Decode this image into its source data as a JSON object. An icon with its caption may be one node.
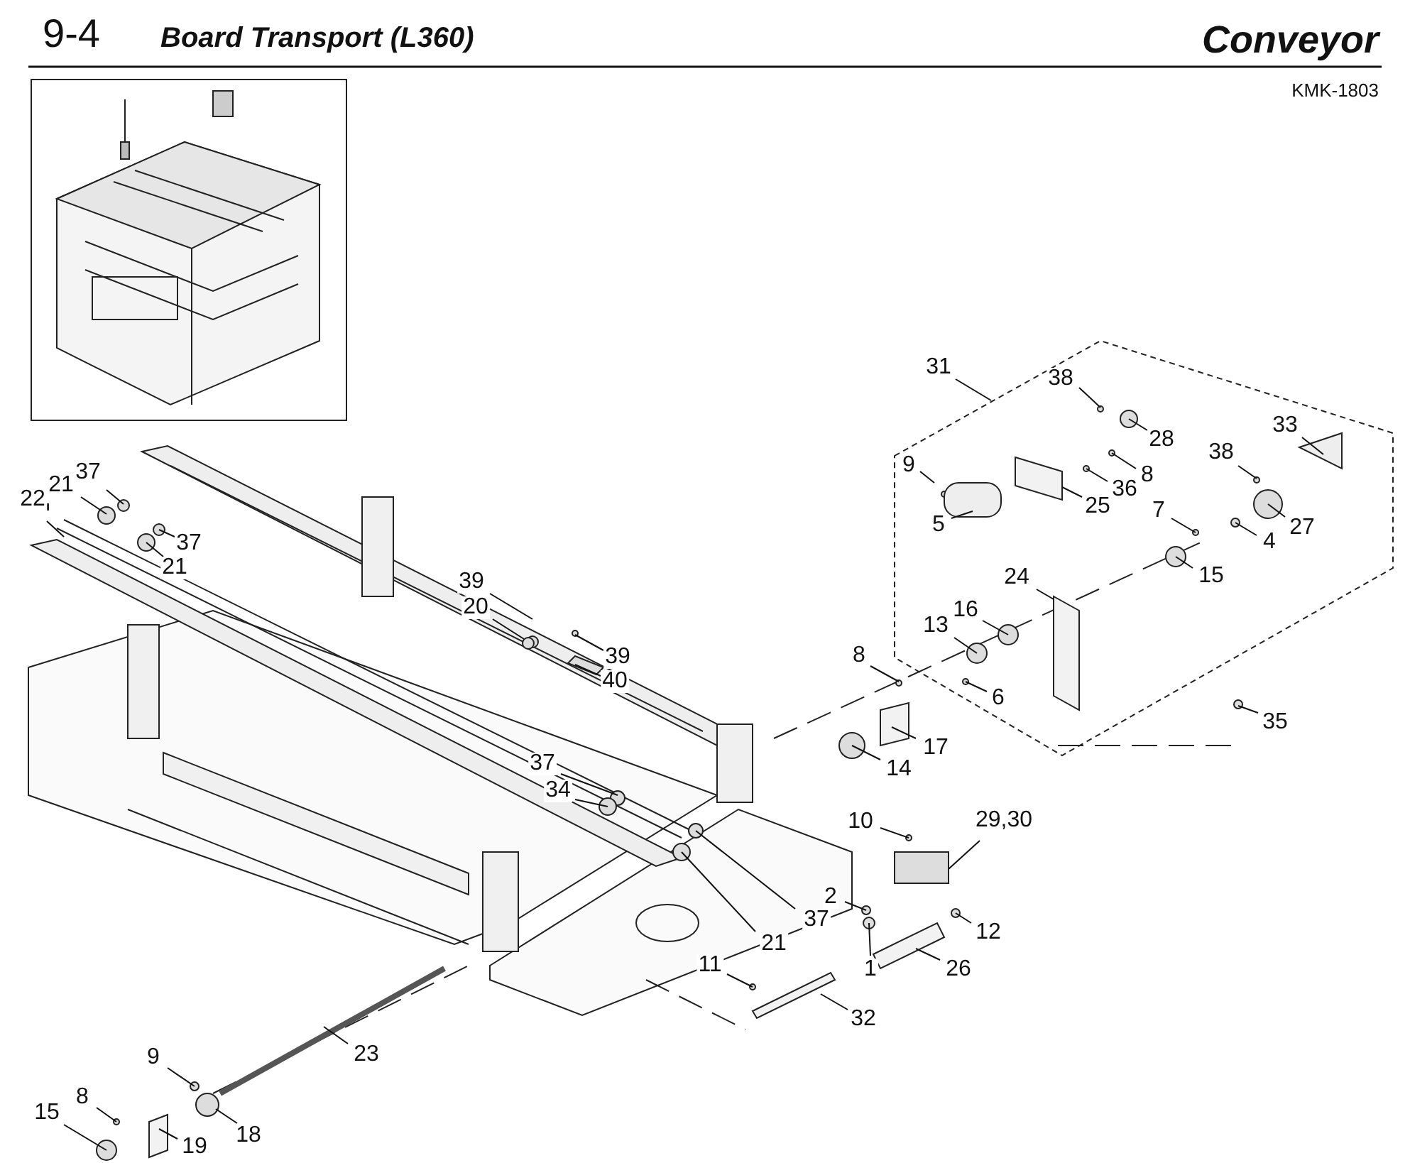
{
  "diagram": {
    "title": "Board Transport (L360)",
    "nodes": [
      {
        "text": [
          "37"
        ]
      },
      {
        "text": [
          "21"
        ]
      },
      {
        "text": [
          "22"
        ]
      },
      {
        "text": [
          "37"
        ]
      },
      {
        "text": [
          "21"
        ]
      },
      {
        "text": [
          "31"
        ]
      },
      {
        "text": [
          "38"
        ]
      },
      {
        "text": [
          "28"
        ]
      },
      {
        "text": [
          "33"
        ]
      },
      {
        "text": [
          "38"
        ]
      },
      {
        "text": [
          "9"
        ]
      },
      {
        "text": [
          "8"
        ]
      },
      {
        "text": [
          "36"
        ]
      },
      {
        "text": [
          "25"
        ]
      },
      {
        "text": [
          "5"
        ]
      },
      {
        "text": [
          "7"
        ]
      },
      {
        "text": [
          "27"
        ]
      },
      {
        "text": [
          "4"
        ]
      },
      {
        "text": [
          "15"
        ]
      },
      {
        "text": [
          "24"
        ]
      },
      {
        "text": [
          "39"
        ]
      },
      {
        "text": [
          "20"
        ]
      },
      {
        "text": [
          "16"
        ]
      },
      {
        "text": [
          "13"
        ]
      },
      {
        "text": [
          "8"
        ]
      },
      {
        "text": [
          "39"
        ]
      },
      {
        "text": [
          "40"
        ]
      },
      {
        "text": [
          "6"
        ]
      },
      {
        "text": [
          "35"
        ]
      },
      {
        "text": [
          "17"
        ]
      },
      {
        "text": [
          "37"
        ]
      },
      {
        "text": [
          "14"
        ]
      },
      {
        "text": [
          "34"
        ]
      },
      {
        "text": [
          "29,30"
        ]
      },
      {
        "text": [
          "10"
        ]
      },
      {
        "text": [
          "2"
        ]
      },
      {
        "text": [
          "37"
        ]
      },
      {
        "text": [
          "12"
        ]
      },
      {
        "text": [
          "21"
        ]
      },
      {
        "text": [
          "11"
        ]
      },
      {
        "text": [
          "1"
        ]
      },
      {
        "text": [
          "26"
        ]
      },
      {
        "text": [
          "32"
        ]
      },
      {
        "text": [
          "23"
        ]
      },
      {
        "text": [
          "9"
        ]
      },
      {
        "text": [
          "8"
        ]
      },
      {
        "text": [
          "15"
        ]
      },
      {
        "text": [
          "18"
        ]
      },
      {
        "text": [
          "19"
        ]
      }
    ],
    "edges": [
      {
        "from": 0,
        "to": null,
        "arrow": "none"
      },
      {
        "from": 1,
        "to": null,
        "arrow": "none"
      },
      {
        "from": 2,
        "to": null,
        "arrow": "none"
      },
      {
        "from": 3,
        "to": null,
        "arrow": "none"
      },
      {
        "from": 4,
        "to": null,
        "arrow": "none"
      },
      {
        "from": 5,
        "to": null,
        "arrow": "none"
      },
      {
        "from": 6,
        "to": null,
        "arrow": "none"
      },
      {
        "from": 7,
        "to": null,
        "arrow": "none"
      },
      {
        "from": 8,
        "to": null,
        "arrow": "none"
      },
      {
        "from": 9,
        "to": null,
        "arrow": "none"
      },
      {
        "from": 10,
        "to": null,
        "arrow": "none"
      },
      {
        "from": 11,
        "to": null,
        "arrow": "none"
      },
      {
        "from": 12,
        "to": null,
        "arrow": "none"
      },
      {
        "from": 13,
        "to": null,
        "arrow": "none"
      },
      {
        "from": 14,
        "to": null,
        "arrow": "none"
      },
      {
        "from": 15,
        "to": null,
        "arrow": "none"
      },
      {
        "from": 16,
        "to": null,
        "arrow": "none"
      },
      {
        "from": 17,
        "to": null,
        "arrow": "none"
      },
      {
        "from": 18,
        "to": null,
        "arrow": "none"
      },
      {
        "from": 19,
        "to": null,
        "arrow": "none"
      },
      {
        "from": 20,
        "to": null,
        "arrow": "none"
      },
      {
        "from": 21,
        "to": null,
        "arrow": "none"
      },
      {
        "from": 22,
        "to": null,
        "arrow": "none"
      },
      {
        "from": 23,
        "to": null,
        "arrow": "none"
      },
      {
        "from": 24,
        "to": null,
        "arrow": "none"
      },
      {
        "from": 25,
        "to": null,
        "arrow": "none"
      },
      {
        "from": 26,
        "to": null,
        "arrow": "none"
      },
      {
        "from": 27,
        "to": null,
        "arrow": "none"
      },
      {
        "from": 28,
        "to": null,
        "arrow": "none"
      },
      {
        "from": 29,
        "to": null,
        "arrow": "none"
      },
      {
        "from": 30,
        "to": null,
        "arrow": "none"
      },
      {
        "from": 31,
        "to": null,
        "arrow": "none"
      },
      {
        "from": 32,
        "to": null,
        "arrow": "none"
      },
      {
        "from": 33,
        "to": null,
        "arrow": "none"
      },
      {
        "from": 34,
        "to": null,
        "arrow": "none"
      },
      {
        "from": 35,
        "to": null,
        "arrow": "none"
      },
      {
        "from": 36,
        "to": null,
        "arrow": "none"
      },
      {
        "from": 37,
        "to": null,
        "arrow": "none"
      },
      {
        "from": 38,
        "to": null,
        "arrow": "none"
      },
      {
        "from": 39,
        "to": null,
        "arrow": "none"
      },
      {
        "from": 40,
        "to": null,
        "arrow": "none"
      },
      {
        "from": 41,
        "to": null,
        "arrow": "none"
      },
      {
        "from": 42,
        "to": null,
        "arrow": "none"
      },
      {
        "from": 43,
        "to": null,
        "arrow": "none"
      },
      {
        "from": 44,
        "to": null,
        "arrow": "none"
      },
      {
        "from": 45,
        "to": null,
        "arrow": "none"
      },
      {
        "from": 46,
        "to": null,
        "arrow": "none"
      },
      {
        "from": 47,
        "to": null,
        "arrow": "none"
      },
      {
        "from": 48,
        "to": null,
        "arrow": "none"
      }
    ],
    "labels": [
      "9-4",
      "Conveyor",
      "KMK-1803"
    ]
  }
}
